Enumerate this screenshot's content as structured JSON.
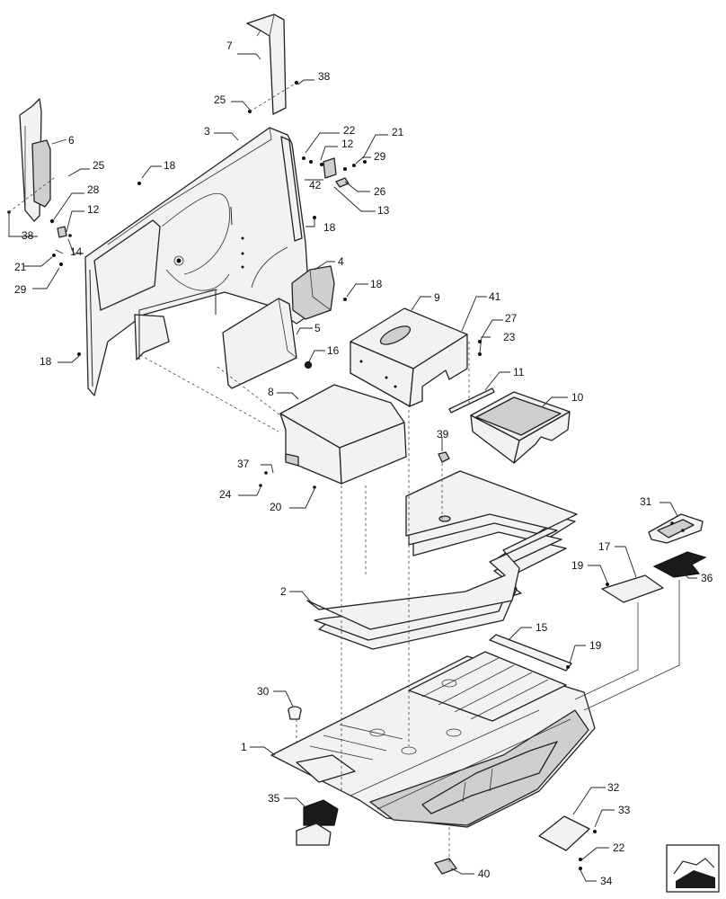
{
  "diagram": {
    "callouts": [
      "1",
      "2",
      "3",
      "4",
      "5",
      "6",
      "7",
      "8",
      "9",
      "10",
      "11",
      "12",
      "13",
      "14",
      "15",
      "16",
      "17",
      "18",
      "19",
      "20",
      "21",
      "22",
      "23",
      "24",
      "25",
      "26",
      "27",
      "28",
      "29",
      "30",
      "31",
      "32",
      "33",
      "34",
      "35",
      "36",
      "37",
      "38",
      "39",
      "40",
      "41",
      "42"
    ],
    "labels": {
      "c7": "7",
      "c38a": "38",
      "c25a": "25",
      "c3": "3",
      "c22a": "22",
      "c21a": "21",
      "c12a": "12",
      "c29a": "29",
      "c42": "42",
      "c26": "26",
      "c13": "13",
      "c6": "6",
      "c25b": "25",
      "c18a": "18",
      "c28": "28",
      "c12b": "12",
      "c38b": "38",
      "c14": "14",
      "c18b": "18",
      "c21b": "21",
      "c29b": "29",
      "c4": "4",
      "c18c": "18",
      "c9": "9",
      "c41": "41",
      "c27": "27",
      "c5": "5",
      "c23": "23",
      "c16": "16",
      "c18d": "18",
      "c8": "8",
      "c11": "11",
      "c10": "10",
      "c39": "39",
      "c37": "37",
      "c24": "24",
      "c20": "20",
      "c31": "31",
      "c17": "17",
      "c19a": "19",
      "c36": "36",
      "c2": "2",
      "c15": "15",
      "c19b": "19",
      "c30": "30",
      "c1": "1",
      "c35": "35",
      "c32": "32",
      "c33": "33",
      "c22b": "22",
      "c34": "34",
      "c40": "40"
    }
  }
}
